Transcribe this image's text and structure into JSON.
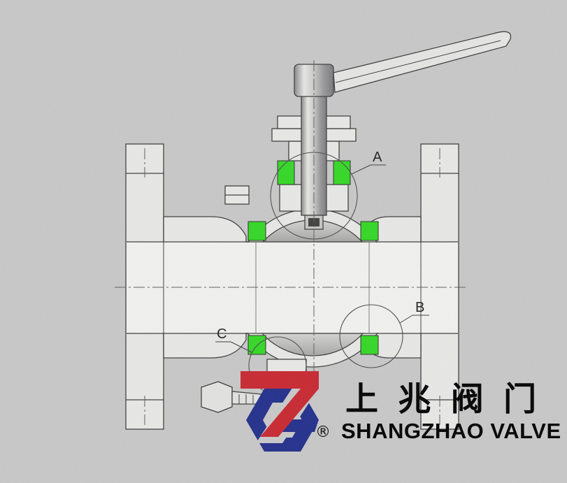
{
  "diagram": {
    "callouts": [
      {
        "id": "callout-a",
        "text": "A"
      },
      {
        "id": "callout-b",
        "text": "B"
      },
      {
        "id": "callout-c",
        "text": "C"
      }
    ],
    "seal_color": "#2fd820",
    "line_color": "#3a3a3a"
  },
  "brand": {
    "name_cn": "上 兆 阀 门",
    "name_en": "SHANGZHAO VALVE",
    "registered_mark": "®",
    "logo_red": "#c8232c",
    "logo_blue": "#1e2a8a"
  }
}
